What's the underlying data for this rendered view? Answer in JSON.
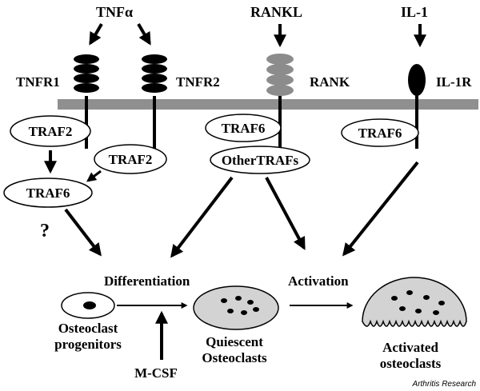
{
  "ligands": {
    "tnfa": "TNFα",
    "rankl": "RANKL",
    "il1": "IL-1"
  },
  "receptors": {
    "tnfr1": "TNFR1",
    "tnfr2": "TNFR2",
    "rank": "RANK",
    "il1r": "IL-1R"
  },
  "adaptors": {
    "traf2_a": "TRAF2",
    "traf2_b": "TRAF2",
    "traf6_a": "TRAF6",
    "traf6_rank": "TRAF6",
    "other_trafs": "OtherTRAFs",
    "traf6_il1r": "TRAF6"
  },
  "question_mark": "?",
  "processes": {
    "differentiation": "Differentiation",
    "activation": "Activation"
  },
  "cells": {
    "progenitors_line1": "Osteoclast",
    "progenitors_line2": "progenitors",
    "quiescent_line1": "Quiescent",
    "quiescent_line2": "Osteoclasts",
    "activated_line1": "Activated",
    "activated_line2": "osteoclasts"
  },
  "mcsf": "M-CSF",
  "credit": "Arthritis Research",
  "colors": {
    "membrane": "#8f8f8f",
    "receptor_dark": "#000000",
    "receptor_rank": "#8c8c8c",
    "cell_fill": "#d3d3d3"
  }
}
